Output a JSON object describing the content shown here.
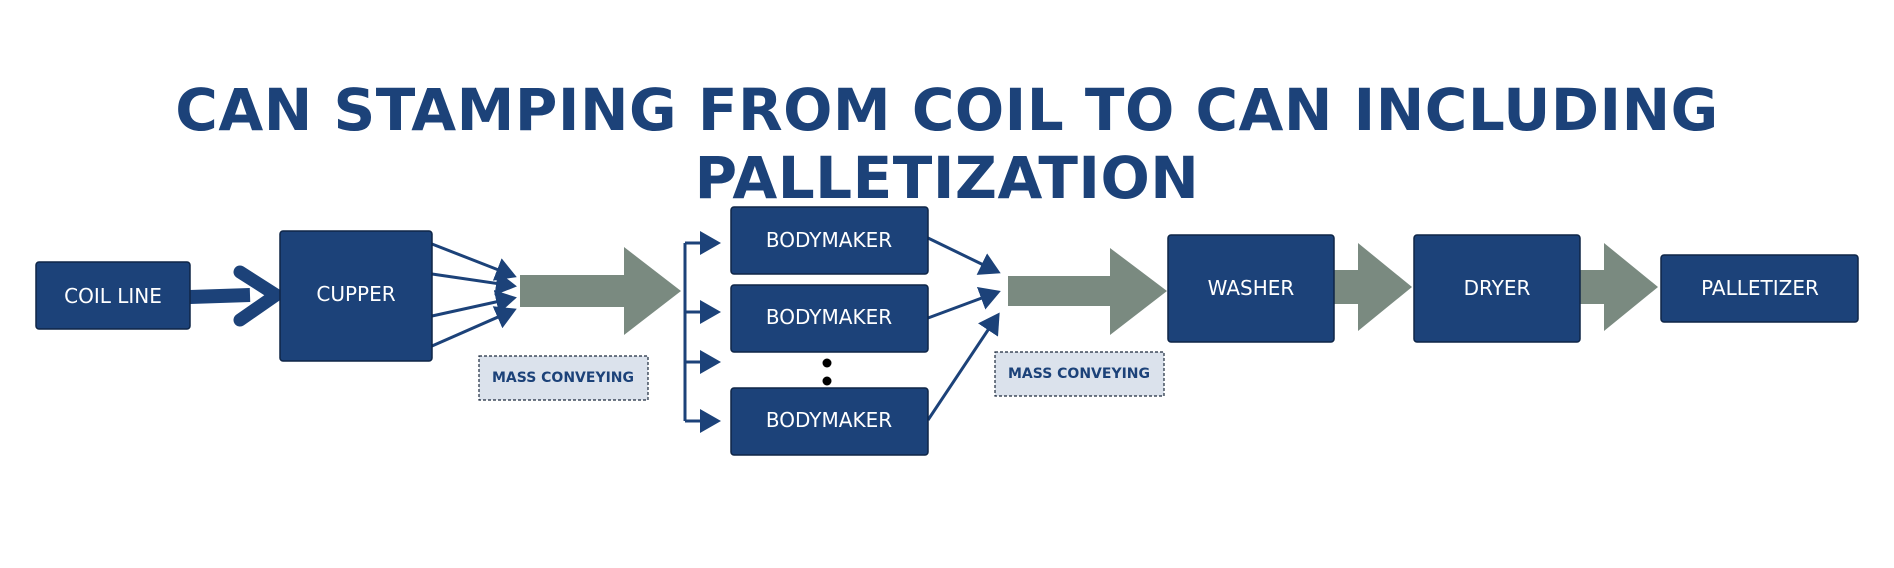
{
  "title": "CAN STAMPING FROM COIL TO CAN INCLUDING PALLETIZATION",
  "nodes": {
    "coil_line": "COIL LINE",
    "cupper": "CUPPER",
    "bodymaker_1": "BODYMAKER",
    "bodymaker_2": "BODYMAKER",
    "bodymaker_3": "BODYMAKER",
    "washer": "WASHER",
    "dryer": "DRYER",
    "palletizer": "PALLETIZER"
  },
  "labels": {
    "mass_conveying_1": "MASS CONVEYING",
    "mass_conveying_2": "MASS CONVEYING"
  },
  "colors": {
    "node_fill": "#1c4279",
    "conveyor_arrow": "#7a8a80",
    "label_fill": "#dbe2ec"
  }
}
